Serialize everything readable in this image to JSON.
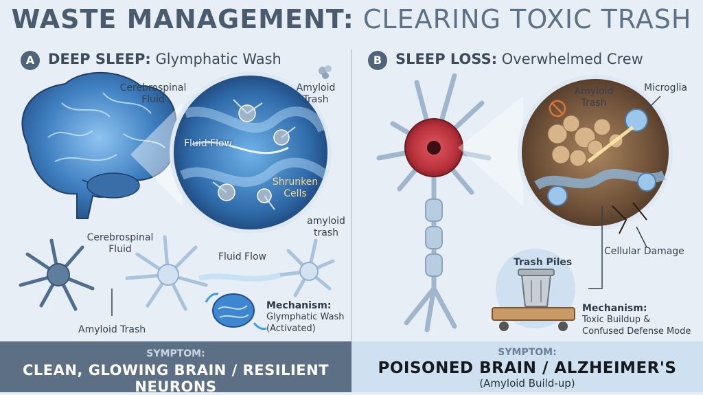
{
  "title": {
    "bold": "WASTE MANAGEMENT:",
    "thin": "CLEARING TOXIC TRASH"
  },
  "panel_a": {
    "badge": "A",
    "heading_bold": "DEEP SLEEP:",
    "heading_thin": "Glymphatic Wash",
    "labels": {
      "csf_top": [
        "Cerebrospinal",
        "Fluid"
      ],
      "amyloid_top": [
        "Amyloid",
        "Trash"
      ],
      "fluid_flow_circle": "Fluid Flow",
      "shrunken_cells": [
        "Shrunken",
        "Cells"
      ],
      "amyloid_small": [
        "amyloid",
        "trash"
      ],
      "csf_bottom": [
        "Cerebrospinal",
        "Fluid"
      ],
      "fluid_flow_bottom": "Fluid Flow",
      "amyloid_bottom": "Amyloid Trash"
    },
    "mechanism": {
      "title": "Mechanism:",
      "lines": [
        "Glymphatic Wash",
        "(Activated)"
      ]
    },
    "footer": {
      "symptom": "SYMPTOM:",
      "text": "CLEAN, GLOWING BRAIN / RESILIENT NEURONS"
    }
  },
  "panel_b": {
    "badge": "B",
    "heading_bold": "SLEEP LOSS:",
    "heading_thin": "Overwhelmed Crew",
    "labels": {
      "amyloid": [
        "Amyloid",
        "Trash"
      ],
      "microglia": "Microglia",
      "cellular_damage": "Cellular Damage",
      "trash_piles": "Trash Piles"
    },
    "mechanism": {
      "title": "Mechanism:",
      "lines": [
        "Toxic Buildup &",
        "Confused Defense Mode"
      ]
    },
    "footer": {
      "symptom": "SYMPTOM:",
      "text": "POISONED BRAIN / ALZHEIMER'S",
      "sub": "(Amyloid Build-up)"
    }
  },
  "icons": [
    "brain-icon",
    "neuron-icon",
    "microglia-icon",
    "trash-can-icon",
    "sparkle-icon",
    "no-symbol-icon"
  ],
  "colors": {
    "header": "#4e5f72",
    "footer_a": "#5c6f85",
    "footer_b": "#cfe0f1",
    "glow_blue": "#3b86d6",
    "damaged_red": "#b8323c"
  }
}
